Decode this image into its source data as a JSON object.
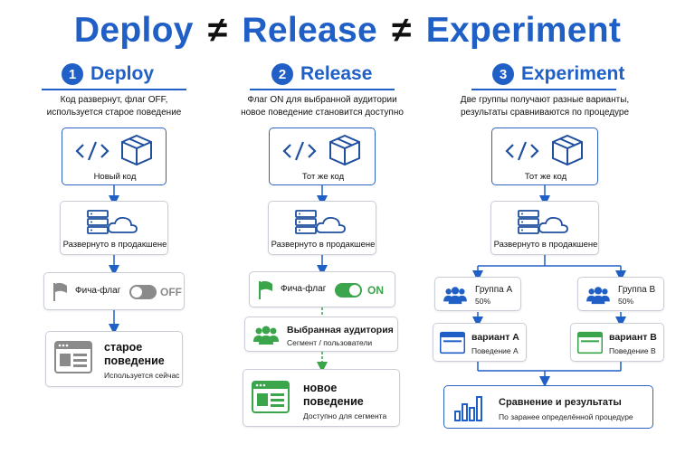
{
  "title": {
    "part1": "Deploy",
    "sep1": "≠",
    "part2": "Release",
    "sep2": "≠",
    "part3": "Experiment"
  },
  "colors": {
    "accent": "#1f5fc6",
    "green": "#3aa54a",
    "grey": "#8a8a8a"
  },
  "col1": {
    "num": "1",
    "heading": "Deploy",
    "desc1": "Код развернут, флаг OFF,",
    "desc2": "используется старое поведение",
    "code_box": "Новый код",
    "prod_box": "Развернуто в продакшене",
    "flag_label": "Фича-флаг",
    "flag_state": "OFF",
    "old_title1": "старое",
    "old_title2": "поведение",
    "old_sub": "Используется сейчас"
  },
  "col2": {
    "num": "2",
    "heading": "Release",
    "desc1": "Флаг ON для выбранной аудитории",
    "desc2": "новое поведение становится доступно",
    "code_box": "Тот же код",
    "prod_box": "Развернуто в продакшене",
    "flag_label": "Фича-флаг",
    "flag_state": "ON",
    "aud_title": "Выбранная аудитория",
    "aud_sub": "Сегмент / пользователи",
    "new_title1": "новое",
    "new_title2": "поведение",
    "new_sub": "Доступно для сегмента"
  },
  "col3": {
    "num": "3",
    "heading": "Experiment",
    "desc1": "Две группы получают разные варианты,",
    "desc2": "результаты сравниваются по процедуре",
    "code_box": "Тот же код",
    "prod_box": "Развернуто в продакшене",
    "groupA_title": "Группа A",
    "groupA_pct": "50%",
    "groupB_title": "Группа B",
    "groupB_pct": "50%",
    "varA_title": "вариант A",
    "varA_sub": "Поведение A",
    "varB_title": "вариант B",
    "varB_sub": "Поведение B",
    "result_title": "Сравнение и результаты",
    "result_sub": "По заранее определённой процедуре"
  },
  "icons": [
    "code-icon",
    "box-icon",
    "server-icon",
    "cloud-icon",
    "flag-icon",
    "window-icon",
    "users-icon",
    "bar-chart-icon"
  ]
}
